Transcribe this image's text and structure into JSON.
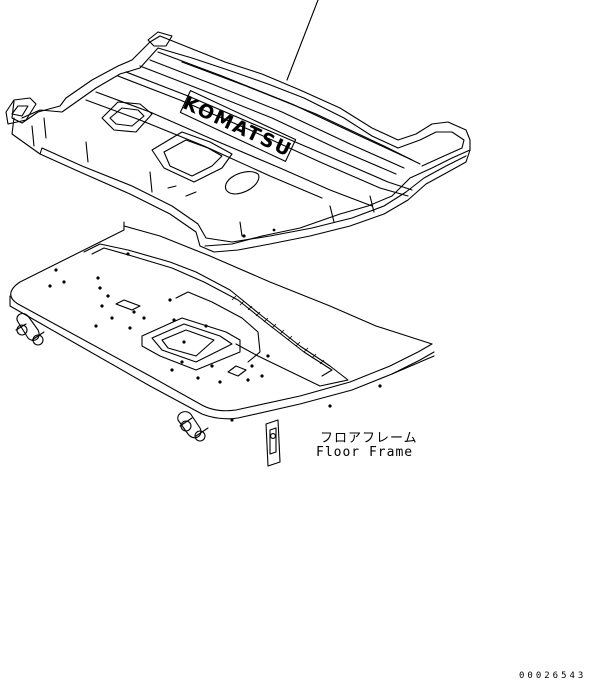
{
  "parts": {
    "floor_mat": {
      "logo_text": "KOMATSU"
    },
    "floor_frame": {
      "label_jp": "フロアフレーム",
      "label_en": "Floor Frame"
    }
  },
  "drawing_number": "00026543",
  "colors": {
    "line": "#000000",
    "background": "#ffffff"
  }
}
